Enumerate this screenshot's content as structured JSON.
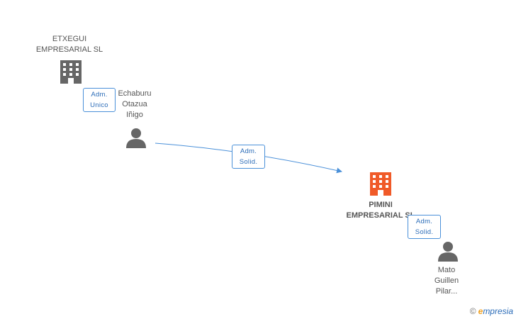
{
  "nodes": {
    "etxegui": {
      "label": "ETXEGUI\nEMPRESARIAL SL",
      "type": "company",
      "color": "#666666"
    },
    "echaburu": {
      "label": "Echaburu\nOtazua\nIñigo",
      "type": "person",
      "color": "#666666"
    },
    "pimini": {
      "label": "PIMINI\nEMPRESARIAL SL",
      "type": "company",
      "color": "#f05a28"
    },
    "mato": {
      "label": "Mato\nGuillen\nPilar...",
      "type": "person",
      "color": "#666666"
    }
  },
  "edges": [
    {
      "from": "echaburu",
      "to": "etxegui",
      "role": "Adm.\nUnico"
    },
    {
      "from": "echaburu",
      "to": "pimini",
      "role": "Adm.\nSolid."
    },
    {
      "from": "mato",
      "to": "pimini",
      "role": "Adm.\nSolid."
    }
  ],
  "colors": {
    "edge": "#4a90d9",
    "badge_text": "#2b6cb8",
    "highlight": "#f05a28"
  },
  "watermark": {
    "copyright": "©",
    "brand_initial": "e",
    "brand_rest": "mpresia"
  }
}
